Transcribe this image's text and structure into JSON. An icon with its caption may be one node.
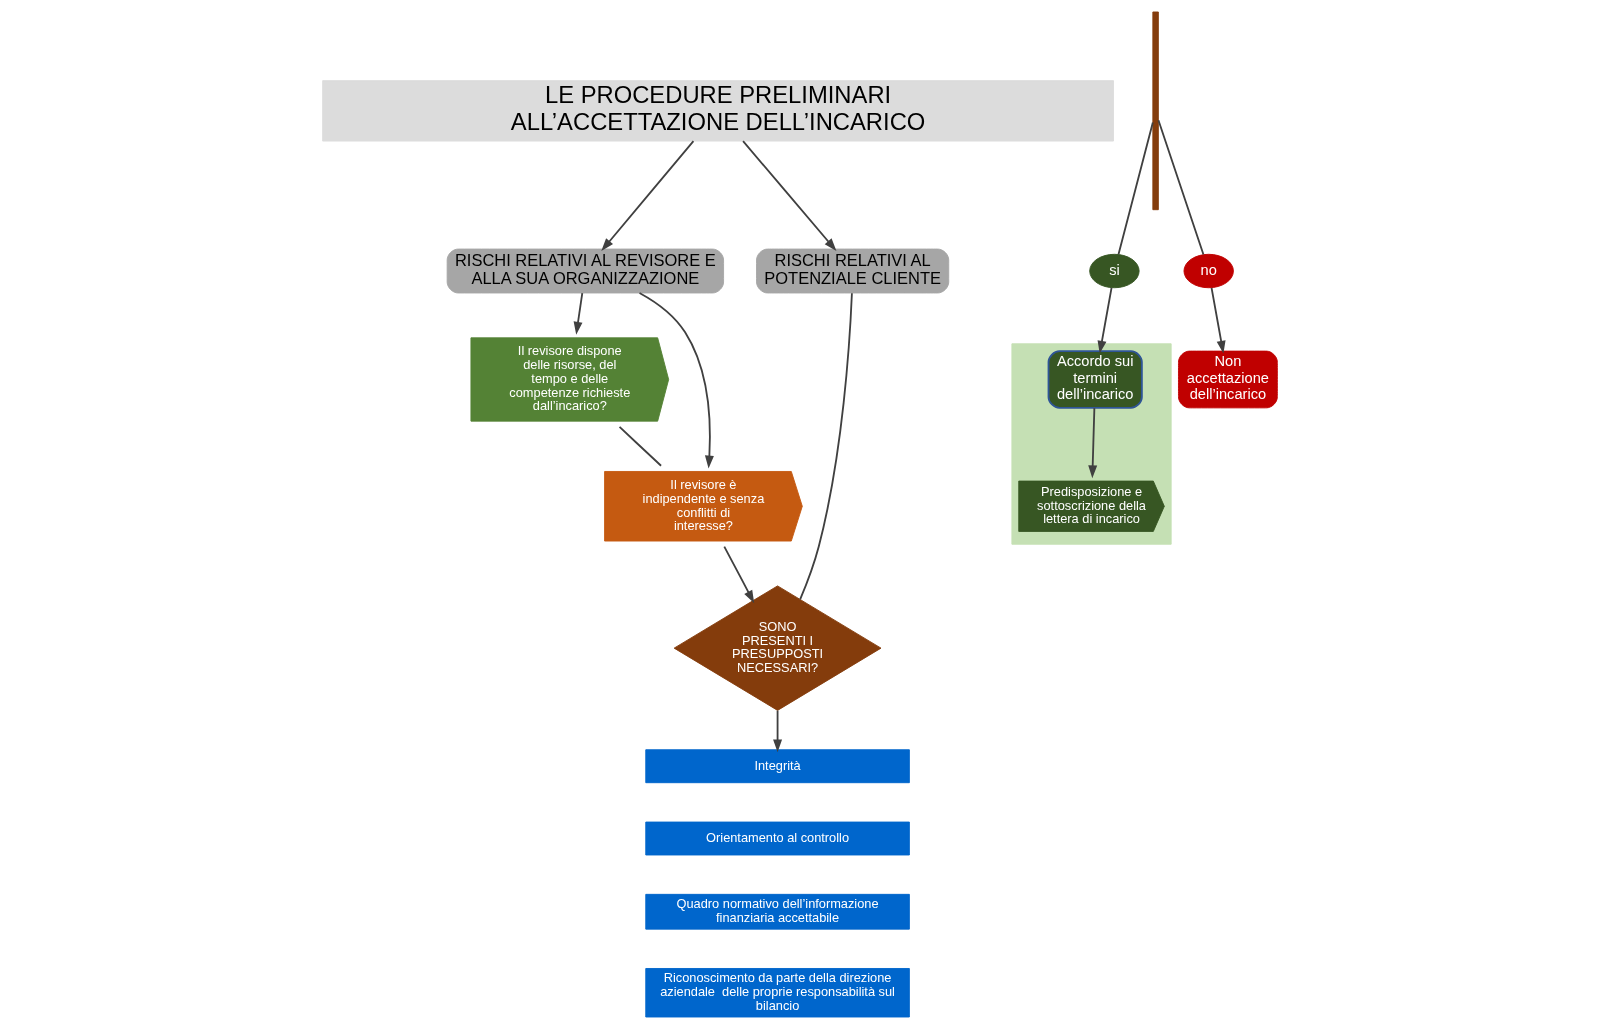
{
  "diagram": {
    "nodes": [
      {
        "text": [
          "LE PROCEDURE PRELIMINARI ALL’ACCETTAZIONE DELL’INCARICO"
        ]
      },
      {
        "text": [
          "RISCHI RELATIVI AL REVISORE E ALLA SUA ORGANIZZAZIONE"
        ]
      },
      {
        "text": [
          "RISCHI RELATIVI AL POTENZIALE CLIENTE"
        ]
      },
      {
        "text": [
          "Il revisore dispone delle risorse, del tempo e delle competenze richieste dall’incarico?"
        ]
      },
      {
        "text": [
          "Il revisore è indipendente e senza conflitti di interesse?"
        ]
      },
      {
        "text": [
          "SONO PRESENTI I PRESUPPOSTI NECESSARI?"
        ]
      },
      {
        "text": [],
        "shape": "box"
      },
      {
        "text": [
          "Accordo sui termini dell’incarico"
        ],
        "in": 6
      },
      {
        "text": [
          "Predisposizione e sottoscrizione della lettera di incarico"
        ],
        "in": 6
      },
      {
        "text": [
          "si"
        ]
      },
      {
        "text": [
          "no"
        ]
      },
      {
        "text": [
          "Non accettazione dell’incarico"
        ]
      },
      {
        "text": [],
        "shape": "brace"
      },
      {
        "text": [
          "Integrità"
        ]
      },
      {
        "text": [
          "Orientamento al controllo"
        ]
      },
      {
        "text": [
          "Quadro normativo dell’informazione finanziaria accettabile"
        ]
      },
      {
        "text": [
          "Riconoscimento da parte della direzione aziendale  delle proprie responsabilità sul bilancio"
        ]
      }
    ],
    "edges": [
      {
        "from": 0,
        "to": 1,
        "arrow": "to"
      },
      {
        "from": 0,
        "to": 2,
        "arrow": "to"
      },
      {
        "from": 1,
        "to": 3,
        "arrow": "to"
      },
      {
        "from": 1,
        "to": 4,
        "arrow": "to"
      },
      {
        "from": 3,
        "to": 4,
        "arrow": "none"
      },
      {
        "from": 4,
        "to": 5,
        "arrow": "to"
      },
      {
        "from": 2,
        "to": 5,
        "arrow": "none"
      },
      {
        "from": 5,
        "to": 13,
        "arrow": "to"
      },
      {
        "from": 12,
        "to": 9,
        "arrow": "none"
      },
      {
        "from": 9,
        "to": 7,
        "arrow": "to"
      },
      {
        "from": 7,
        "to": 8,
        "arrow": "to"
      },
      {
        "from": 12,
        "to": 10,
        "arrow": "none"
      },
      {
        "from": 10,
        "to": 11,
        "arrow": "to"
      }
    ]
  }
}
